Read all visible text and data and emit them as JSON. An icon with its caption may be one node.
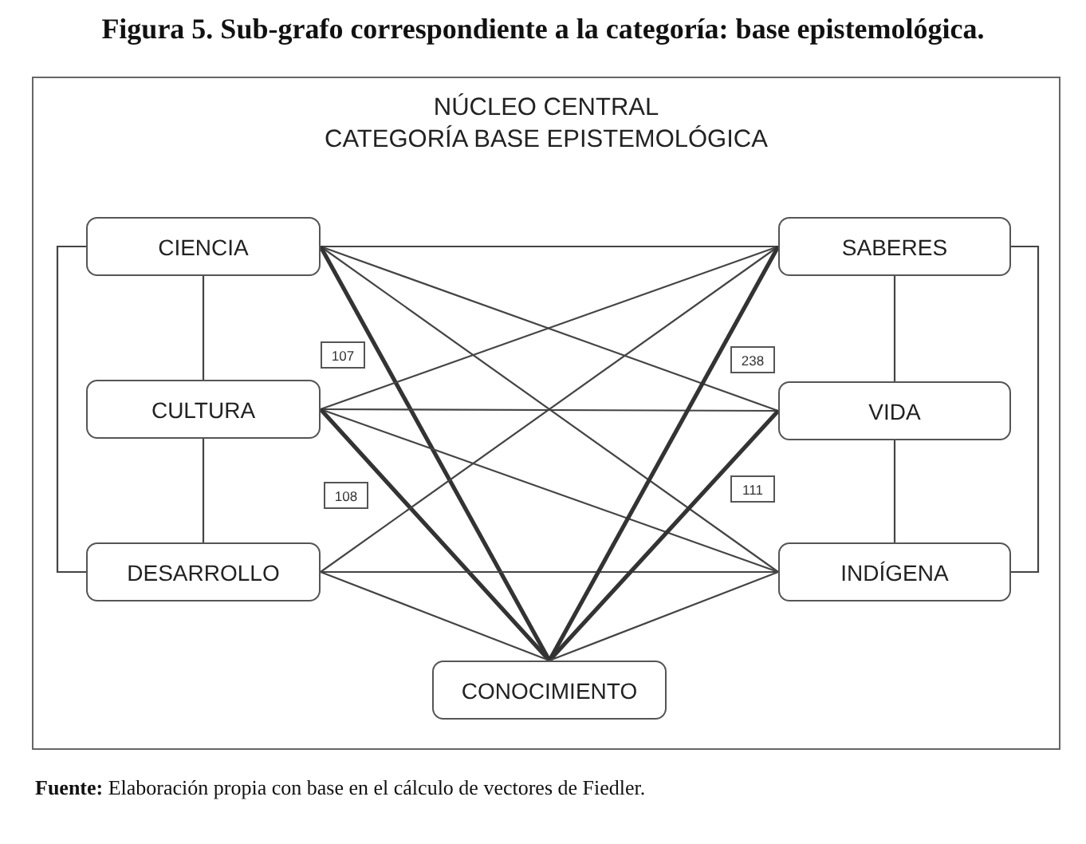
{
  "diagram": {
    "title": "Figura 5. Sub-grafo correspondiente a la categoría: base epistemológica.",
    "caption": "**Fuente:** Elaboración propia con base en el cálculo de vectores de Fiedler.",
    "nodes": [
      {
        "text": [
          "NÚCLEO CENTRAL",
          "CATEGORÍA BASE EPISTEMOLÓGICA"
        ]
      },
      {
        "text": [
          "CIENCIA"
        ],
        "in": 0
      },
      {
        "text": [
          "CULTURA"
        ],
        "in": 0
      },
      {
        "text": [
          "DESARROLLO"
        ],
        "in": 0
      },
      {
        "text": [
          "SABERES"
        ],
        "in": 0
      },
      {
        "text": [
          "VIDA"
        ],
        "in": 0
      },
      {
        "text": [
          "INDÍGENA"
        ],
        "in": 0
      },
      {
        "text": [
          "CONOCIMIENTO"
        ],
        "in": 0
      }
    ],
    "edges": [
      {
        "from": 1,
        "to": 2,
        "arrow": "none"
      },
      {
        "from": 2,
        "to": 3,
        "arrow": "none"
      },
      {
        "from": 1,
        "to": 3,
        "arrow": "none"
      },
      {
        "from": 4,
        "to": 5,
        "arrow": "none"
      },
      {
        "from": 5,
        "to": 6,
        "arrow": "none"
      },
      {
        "from": 4,
        "to": 6,
        "arrow": "none"
      },
      {
        "from": 1,
        "to": 4,
        "arrow": "none"
      },
      {
        "from": 1,
        "to": 5,
        "arrow": "none"
      },
      {
        "from": 1,
        "to": 6,
        "arrow": "none"
      },
      {
        "from": 1,
        "to": 7,
        "arrow": "none",
        "style": "thick"
      },
      {
        "from": 2,
        "to": 4,
        "arrow": "none"
      },
      {
        "from": 2,
        "to": 5,
        "arrow": "none"
      },
      {
        "from": 2,
        "to": 6,
        "arrow": "none"
      },
      {
        "from": 2,
        "to": 7,
        "arrow": "none",
        "style": "thick"
      },
      {
        "from": 3,
        "to": 4,
        "arrow": "none"
      },
      {
        "from": 3,
        "to": 6,
        "arrow": "none"
      },
      {
        "from": 3,
        "to": 7,
        "arrow": "none"
      },
      {
        "from": 4,
        "to": 7,
        "arrow": "none",
        "style": "thick"
      },
      {
        "from": 5,
        "to": 7,
        "arrow": "none",
        "style": "thick"
      },
      {
        "from": 6,
        "to": 7,
        "arrow": "none"
      }
    ],
    "labels": [
      "107",
      "238",
      "108",
      "111"
    ]
  }
}
